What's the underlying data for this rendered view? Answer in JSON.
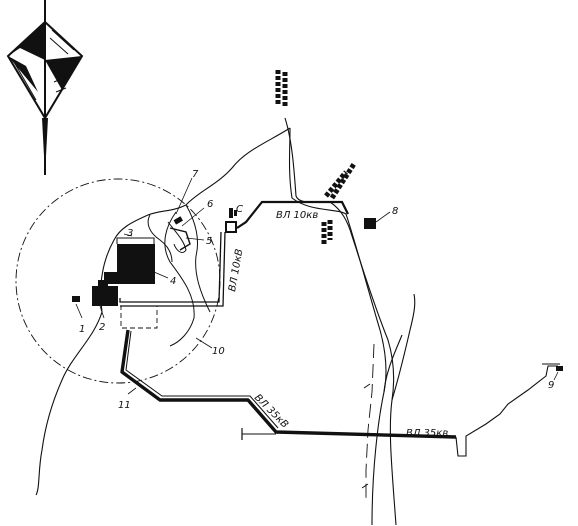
{
  "callouts": {
    "n1": "1",
    "n2": "2",
    "n3": "3",
    "n4": "4",
    "n5": "5",
    "n6": "6",
    "n7": "7",
    "n8": "8",
    "n9": "9",
    "n10": "10",
    "n11": "11",
    "c": "С"
  },
  "lines": {
    "vl10_top": "ВЛ 10кв",
    "vl10_vert": "ВЛ 10кВ",
    "vl35_diag": "ВЛ 35кВ",
    "vl35_main": "ВЛ 35кв"
  }
}
